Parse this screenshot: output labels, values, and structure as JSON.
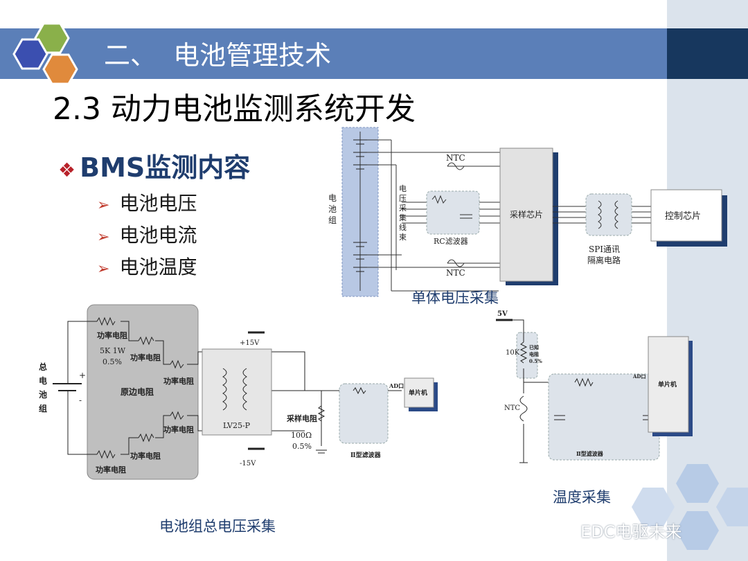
{
  "header": {
    "title": "二、  电池管理技术"
  },
  "subtitle": "2.3 动力电池监测系统开发",
  "section": {
    "marker": "❖",
    "title": "BMS监测内容"
  },
  "bullets": [
    {
      "marker": "➢",
      "text": "电池电压"
    },
    {
      "marker": "➢",
      "text": "电池电流"
    },
    {
      "marker": "➢",
      "text": "电池温度"
    }
  ],
  "diagram_cell": {
    "caption": "单体电压采集",
    "battery_label": [
      "电",
      "池",
      "组"
    ],
    "harness_label": [
      "电",
      "压",
      "采",
      "集",
      "线",
      "束"
    ],
    "ntc_top": "NTC",
    "ntc_bottom": "NTC",
    "rc_filter": "RC滤波器",
    "sample_chip": "采样芯片",
    "spi_line1": "SPI通讯",
    "spi_line2": "隔离电路",
    "control_chip": "控制芯片"
  },
  "diagram_pack": {
    "caption": "电池组总电压采集",
    "pack_label": [
      "总",
      "电",
      "池",
      "组"
    ],
    "r1": "功率电阻",
    "r1_spec1": "5K 1W",
    "r1_spec2": "0.5%",
    "r2": "功率电阻",
    "r3": "功率电阻",
    "primary": "原边电阻",
    "r4": "功率电阻",
    "r5": "功率电阻",
    "r6": "功率电阻",
    "plus": "+",
    "minus": "-",
    "plus15": "+15V",
    "minus15": "-15V",
    "sensor": "LV25-P",
    "sample_r": "采样电阻",
    "sample_r_val": "100Ω",
    "sample_r_tol": "0.5%",
    "filter": "Ⅱ型滤波器",
    "adc": "AD口",
    "mcu": "单片机"
  },
  "diagram_temp": {
    "caption": "温度采集",
    "v5": "5V",
    "r10k": "10K",
    "known_r1": "已知",
    "known_r2": "电阻",
    "known_r3": "0.5%",
    "ntc": "NTC",
    "filter": "Ⅱ型滤波器",
    "adc": "AD口",
    "mcu": "单片机"
  },
  "watermark": "EDC电驱未来",
  "colors": {
    "header_bar": "#5b7fb8",
    "header_dark": "#17375e",
    "hex_blue": "#3b4fb0",
    "hex_green": "#8ab04a",
    "hex_orange": "#e08a3c",
    "section_title": "#1f3d6e",
    "bullet_marker": "#c0392b"
  }
}
